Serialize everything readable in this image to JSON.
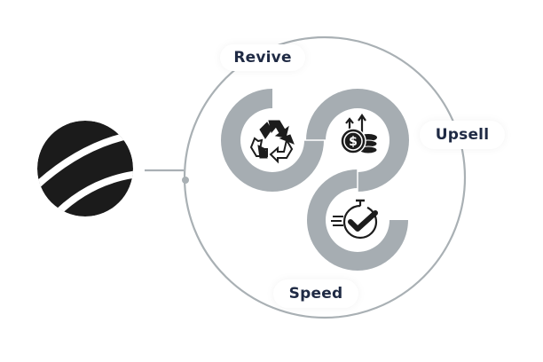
{
  "diagram": {
    "labels": {
      "revive": "Revive",
      "upsell": "Upsell",
      "speed": "Speed"
    },
    "icons": {
      "logo": "striped-sphere-logo-icon",
      "revive": "recycle-icon",
      "upsell": "dollar-coins-arrows-up-icon",
      "speed": "stopwatch-check-icon"
    },
    "colors": {
      "ring": "#a6adb2",
      "outline": "#a9b0b4",
      "text": "#1f2a44",
      "icon": "#1c1c1c",
      "background": "#ffffff"
    }
  }
}
